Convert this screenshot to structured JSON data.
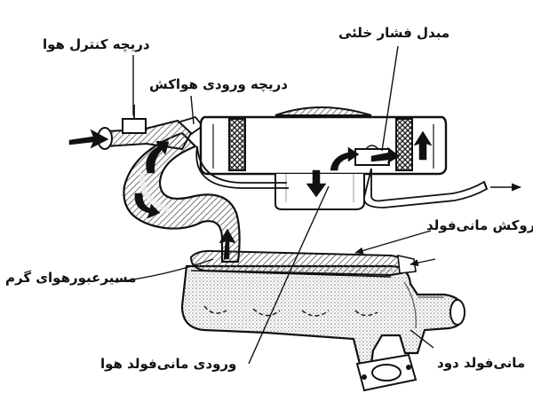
{
  "labels": {
    "air_control_valve": "دریچه کنترل هوا",
    "intake_air_valve": "دریچه ورودی هواکش",
    "vacuum_sensor": "مبدل فشار خلئی",
    "manifold_cover": "روکش مانی‌فولد",
    "hot_air_path": "مسیرعبورهوای گرم",
    "air_intake_manifold": "ورودی مانی‌فولد هوا",
    "exhaust_manifold": "مانی‌فولد دود"
  },
  "colors": {
    "line": "#111111",
    "hatch": "#555555",
    "hatch_light": "#999999",
    "fill_white": "#ffffff"
  }
}
